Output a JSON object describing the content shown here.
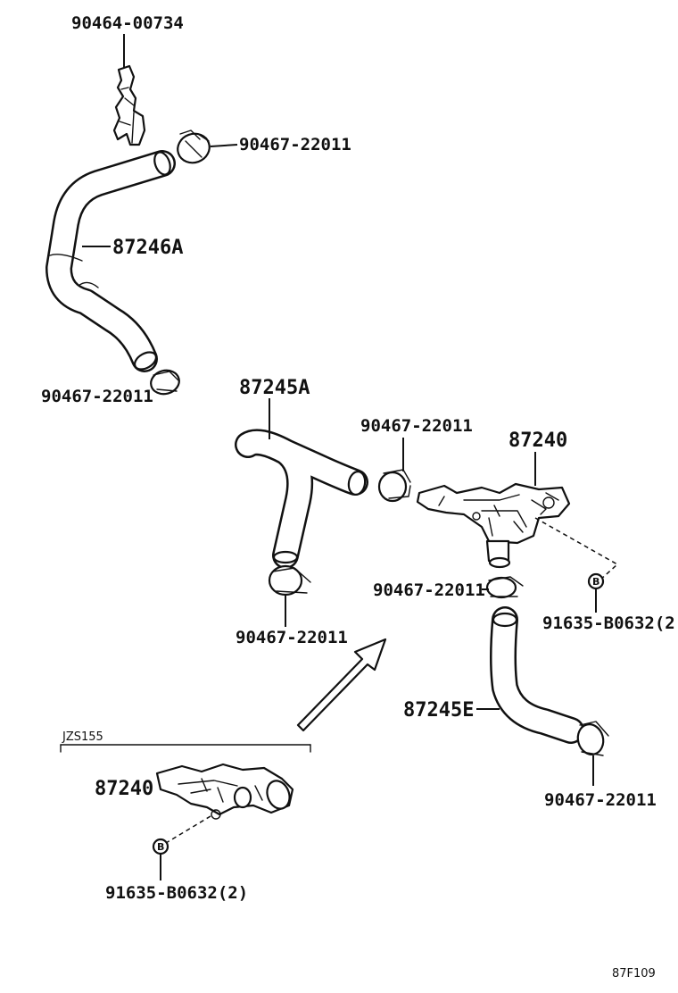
{
  "labels": {
    "clamp_top": "90464-00734",
    "clip_top": "90467-22011",
    "hose_upper": "87246A",
    "clip_upper_left": "90467-22011",
    "hose_middle": "87245A",
    "clip_middle_top": "90467-22011",
    "valve_main": "87240",
    "clip_middle_bottom": "90467-22011",
    "clip_valve_bottom": "90467-22011",
    "bolt_right": "91635-B0632(2",
    "hose_lower": "87245E",
    "clip_lower_right": "90467-22011",
    "variant_label": "JZS155",
    "valve_variant": "87240",
    "bolt_variant": "91635-B0632(2)",
    "bolt_marker_right": "B",
    "bolt_marker_variant": "B",
    "figure_code": "87F109"
  }
}
